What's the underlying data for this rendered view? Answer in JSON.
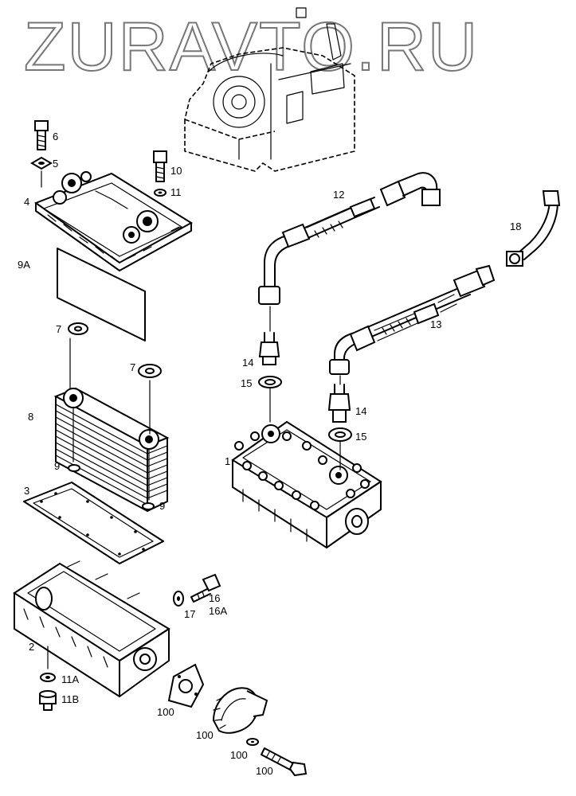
{
  "watermark": "ZURAVTO.RU",
  "labels": {
    "p1": "1",
    "p2": "2",
    "p3": "3",
    "p4": "4",
    "p5": "5",
    "p6": "6",
    "p7a": "7",
    "p7b": "7",
    "p8": "8",
    "p9a": "9",
    "p9b": "9",
    "p9A": "9A",
    "p10": "10",
    "p11": "11",
    "p11A": "11A",
    "p11B": "11B",
    "p12": "12",
    "p13": "13",
    "p14a": "14",
    "p14b": "14",
    "p15a": "15",
    "p15b": "15",
    "p16": "16",
    "p16A": "16A",
    "p17": "17",
    "p18": "18",
    "p100a": "100",
    "p100b": "100",
    "p100c": "100",
    "p100d": "100"
  }
}
